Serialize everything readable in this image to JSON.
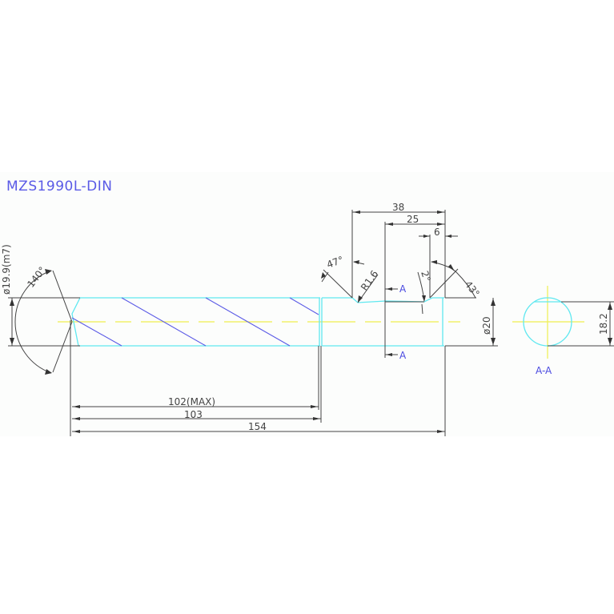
{
  "drawing": {
    "title": "MZS1990L-DIN",
    "colors": {
      "title": "#5a5ae6",
      "outline": "#5fe8f0",
      "flute": "#5a5ae6",
      "centerline": "#f0f050",
      "dimension": "#444444",
      "section_label": "#4a4ae0"
    },
    "dimensions": {
      "shank_diameter": "ø19.9(m7)",
      "point_angle": "140°",
      "flute_length_max": "102(MAX)",
      "length_to_groove": "103",
      "overall_length": "154",
      "groove_span_38": "38",
      "groove_span_25": "25",
      "groove_span_6": "6",
      "groove_angle_47": "47°",
      "groove_radius": "R1.6",
      "groove_angle_2": "2°",
      "groove_angle_43": "43°",
      "shank_diameter_20": "ø20",
      "flat_dimension": "18.2"
    },
    "section": {
      "marker_top": "A",
      "marker_bottom": "A",
      "view_label": "A-A"
    }
  }
}
